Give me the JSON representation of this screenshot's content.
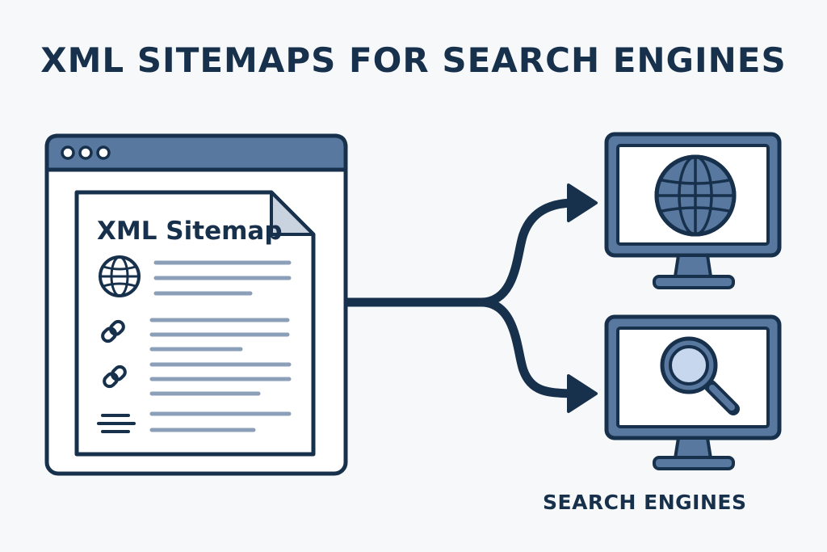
{
  "title": "XML SITEMAPS FOR SEARCH ENGINES",
  "sitemap": {
    "label": "XML Sitemap",
    "entries": [
      {
        "icon": "globe-icon",
        "lines": 3
      },
      {
        "icon": "link-icon",
        "lines": 3
      },
      {
        "icon": "link-icon",
        "lines": 3
      },
      {
        "icon": "list-icon",
        "lines": 2
      }
    ]
  },
  "engines": {
    "label": "SEARCH ENGINES",
    "monitors": [
      {
        "icon": "globe-icon"
      },
      {
        "icon": "magnifier-icon"
      }
    ]
  },
  "colors": {
    "ink": "#17304b",
    "blue": "#5878a0",
    "light_blue": "#c6d7ee",
    "line_gray": "#8c9fb8",
    "paper": "#ffffff"
  }
}
